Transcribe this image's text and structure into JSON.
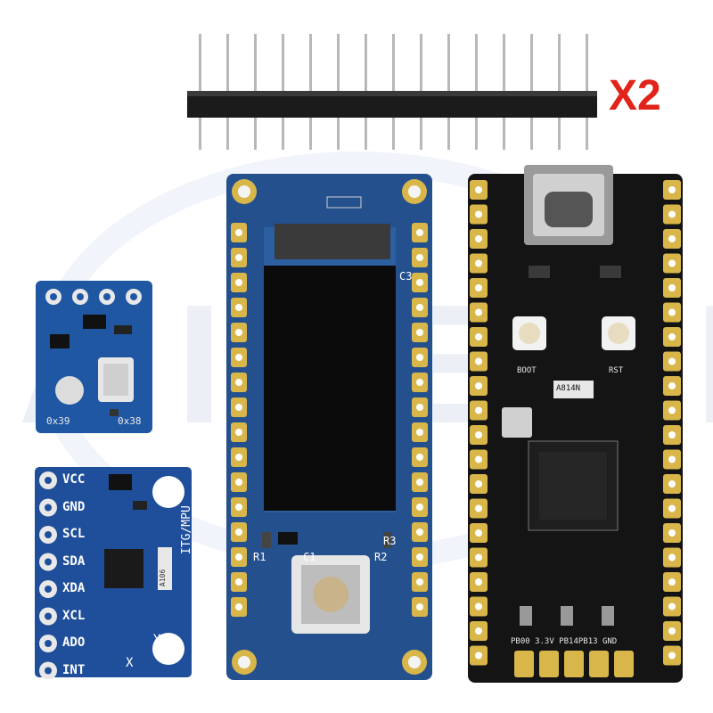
{
  "watermark": "AITEXM",
  "quantity_label": "X2",
  "gy_module": {
    "pins": [
      "VCC",
      "GND",
      "SCL",
      "SDA",
      "XDA",
      "XCL",
      "ADO",
      "INT"
    ],
    "board_label": "ITG/MPU",
    "chip_label": "A106",
    "axis_y": "Y",
    "axis_x": "X"
  },
  "baro_module": {
    "addr_left": "0x39",
    "addr_right": "0x38"
  },
  "display_board": {
    "labels": {
      "r1": "R1",
      "c1": "C1",
      "r2": "R2",
      "r3": "R3",
      "c3": "C3"
    }
  },
  "mcu_board": {
    "button_boot": "BOOT",
    "button_rst": "RST",
    "crystal": "A814N",
    "bottom_pins": "PB00 3.3V PB14PB13 GND"
  },
  "colors": {
    "blue_pcb": "#1f4f8f",
    "black_pcb": "#141414",
    "gold": "#d9b64a",
    "accent": "#e2231a"
  }
}
